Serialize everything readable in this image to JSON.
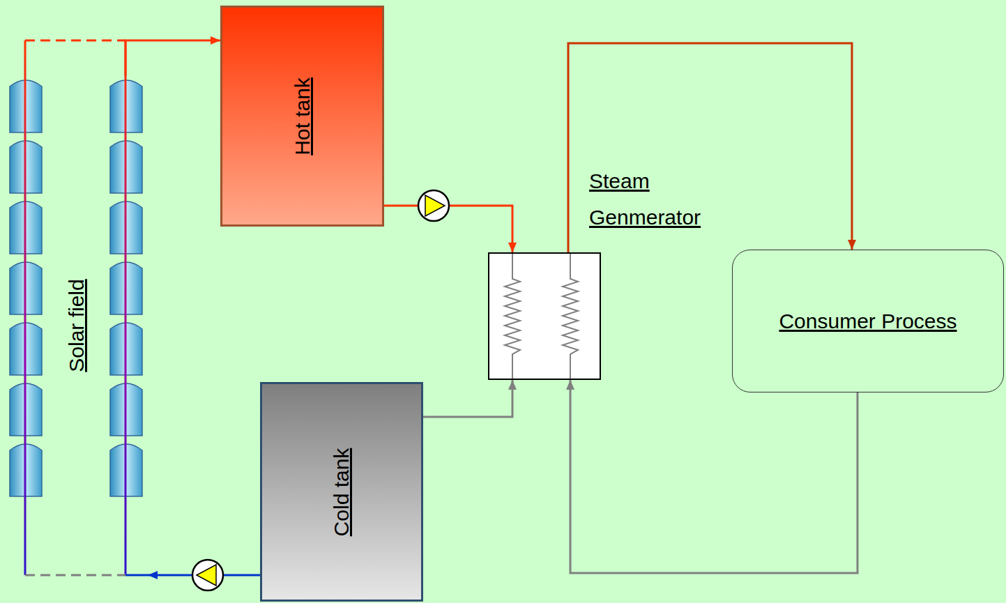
{
  "diagram": {
    "nodes": [
      {
        "text": [
          "Solar field"
        ]
      },
      {
        "text": [
          "Hot tank"
        ]
      },
      {
        "text": [
          "Steam Genmerator"
        ]
      },
      {
        "text": [
          "Consumer Process"
        ]
      },
      {
        "text": [
          "Cold tank"
        ]
      }
    ],
    "edges": [
      {
        "from": 0,
        "to": 1,
        "arrow": "to"
      },
      {
        "from": 1,
        "to": 2,
        "arrow": "to"
      },
      {
        "from": 2,
        "to": 3,
        "arrow": "to"
      },
      {
        "from": 3,
        "to": 2,
        "arrow": "to"
      },
      {
        "from": 4,
        "to": 2,
        "arrow": "to"
      },
      {
        "from": 4,
        "to": 0,
        "arrow": "to"
      }
    ]
  }
}
